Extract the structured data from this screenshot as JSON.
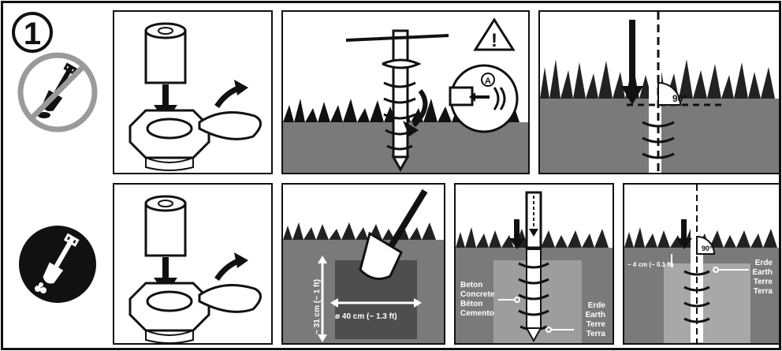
{
  "step": {
    "number": "1"
  },
  "warning_symbol": "!",
  "callout_letter": "A",
  "angle_labels": {
    "row1": "90°",
    "row2": "90°"
  },
  "dimensions": {
    "depth": "~ 31 cm (~ 1 ft)",
    "diameter": "ø 40 cm (~ 1.3 ft)",
    "offset": "~ 4 cm (~ 0.1 ft)"
  },
  "materials": {
    "concrete": [
      "Beton",
      "Concrete",
      "Béton",
      "Cemento"
    ],
    "earth": [
      "Erde",
      "Earth",
      "Terre",
      "Terra"
    ]
  },
  "icons": [
    "no-shovel-icon",
    "shovel-icon",
    "warning-icon"
  ]
}
